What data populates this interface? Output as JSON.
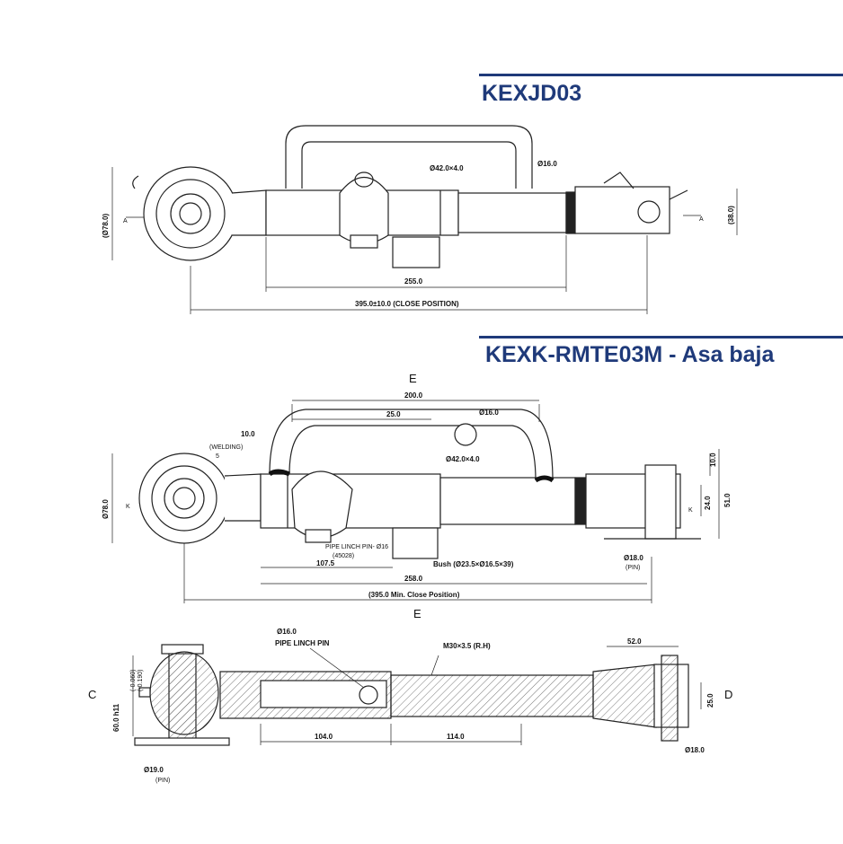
{
  "colors": {
    "title": "#1f3a7a",
    "line": "#222222"
  },
  "section1": {
    "title": "KEXJD03",
    "dims": {
      "ball_dia": "(Ø78.0)",
      "pipe": "Ø42.0×4.0",
      "handle": "Ø16.0",
      "clevis": "(38.0)",
      "length": "255.0",
      "close": "395.0±10.0 (CLOSE POSITION)",
      "sect_a": "A"
    }
  },
  "section2": {
    "title": "KEXK-RMTE03M - Asa baja",
    "dims": {
      "e_label": "E",
      "d200": "200.0",
      "d25": "25.0",
      "handle": "Ø16.0",
      "d10": "10.0",
      "weld": "(WELDING)",
      "weld5": "5",
      "pipe": "Ø42.0×4.0",
      "ball_dia": "Ø78.0",
      "k": "K",
      "d10v": "10.0",
      "d24": "24.0",
      "d51": "51.0",
      "pin_linch": "PIPE LINCH PIN- Ø16",
      "pin_code": "(45028)",
      "d1075": "107.5",
      "bush": "Bush (Ø23.5×Ø16.5×39)",
      "d258": "258.0",
      "pin18": "Ø18.0",
      "pin_word": "(PIN)",
      "min_close": "(395.0 Min. Close Position)"
    }
  },
  "section3": {
    "dims": {
      "pin16": "Ø16.0",
      "pin_label": "PIPE LINCH PIN",
      "thread": "M30×3.5 (R.H)",
      "d52": "52.0",
      "c": "C",
      "d": "D",
      "h11": "60.0 h11",
      "tol_top": "(-0.060)",
      "tol_bot": "(-0.190)",
      "d104": "104.0",
      "d114": "114.0",
      "d25": "25.0",
      "pin18": "Ø18.0",
      "pin19": "Ø19.0",
      "pin_word": "(PIN)"
    }
  }
}
